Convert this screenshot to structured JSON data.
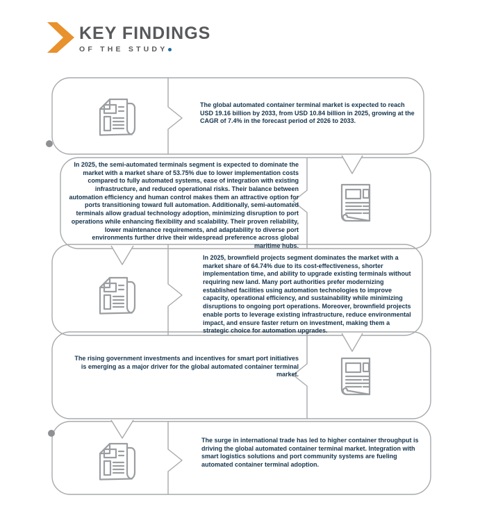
{
  "header": {
    "title": "KEY FINDINGS",
    "subtitle": "OF THE STUDY",
    "logo_icon": "chevron-arrow-icon",
    "logo_color": "#E8912D",
    "accent_dot_color": "#1E6E9C"
  },
  "colors": {
    "bubble_outline": "#A7A9AC",
    "icon_outline": "#9B9EA1",
    "body_text": "#15344C",
    "title_text": "#58595B"
  },
  "findings": [
    {
      "icon": "newspaper-icon",
      "icon_side": "left",
      "text": "The global automated container terminal market is expected to reach USD 19.16 billion by 2033, from USD 10.84 billion in 2025, growing at the CAGR of 7.4% in the forecast period of 2026 to 2033."
    },
    {
      "icon": "report-icon",
      "icon_side": "right",
      "text": "In 2025, the semi-automated terminals segment is expected to dominate the market with a market share of 53.75% due to lower implementation costs compared to fully automated systems, ease of integration with existing infrastructure, and reduced operational risks. Their balance between automation efficiency and human control makes them an attractive option for ports transitioning toward full automation. Additionally, semi-automated terminals allow gradual technology adoption, minimizing disruption to port operations while enhancing flexibility and scalability. Their proven reliability, lower maintenance requirements, and adaptability to diverse port environments further drive their widespread preference across global maritime hubs."
    },
    {
      "icon": "newspaper-icon",
      "icon_side": "left",
      "text": "In 2025, brownfield projects segment dominates the market with a market share of 64.74% due to its cost-effectiveness, shorter implementation time, and ability to upgrade existing terminals without requiring new land. Many port authorities prefer modernizing established facilities using automation technologies to improve capacity, operational efficiency, and sustainability while minimizing disruptions to ongoing port operations. Moreover, brownfield projects enable ports to leverage existing infrastructure, reduce environmental impact, and ensure faster return on investment, making them a strategic choice for automation upgrades."
    },
    {
      "icon": "report-icon",
      "icon_side": "right",
      "text": "The rising government investments and incentives for smart port initiatives is emerging as a major driver for the global automated container terminal market."
    },
    {
      "icon": "newspaper-icon",
      "icon_side": "left",
      "text": "The surge in international trade has led to higher container throughput is driving the global automated container terminal market. Integration with smart logistics solutions and port community systems are fueling automated container terminal adoption."
    }
  ]
}
